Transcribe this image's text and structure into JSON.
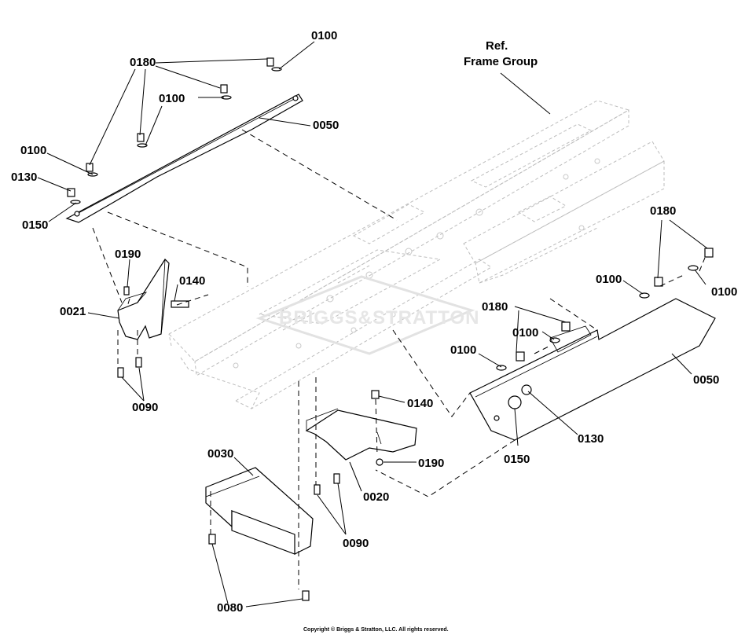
{
  "reference": {
    "line1": "Ref.",
    "line2": "Frame Group"
  },
  "watermark": "BRIGGS&STRATTON",
  "copyright": "Copyright © Briggs & Stratton, LLC. All rights reserved.",
  "callouts": {
    "c0100_top": "0100",
    "c0180_top": "0180",
    "c0100_mid": "0100",
    "c0050_left": "0050",
    "c0100_left": "0100",
    "c0130_left": "0130",
    "c0150_left": "0150",
    "c0190_left": "0190",
    "c0140_left": "0140",
    "c0021": "0021",
    "c0090_left": "0090",
    "c0180_right": "0180",
    "c0100_right_a": "0100",
    "c0100_right_b": "0100",
    "c0180_right_mid": "0180",
    "c0100_right_c": "0100",
    "c0100_right_d": "0100",
    "c0050_right": "0050",
    "c0130_right": "0130",
    "c0150_right": "0150",
    "c0140_mid": "0140",
    "c0190_mid": "0190",
    "c0020": "0020",
    "c0030": "0030",
    "c0090_bottom": "0090",
    "c0080": "0080"
  }
}
